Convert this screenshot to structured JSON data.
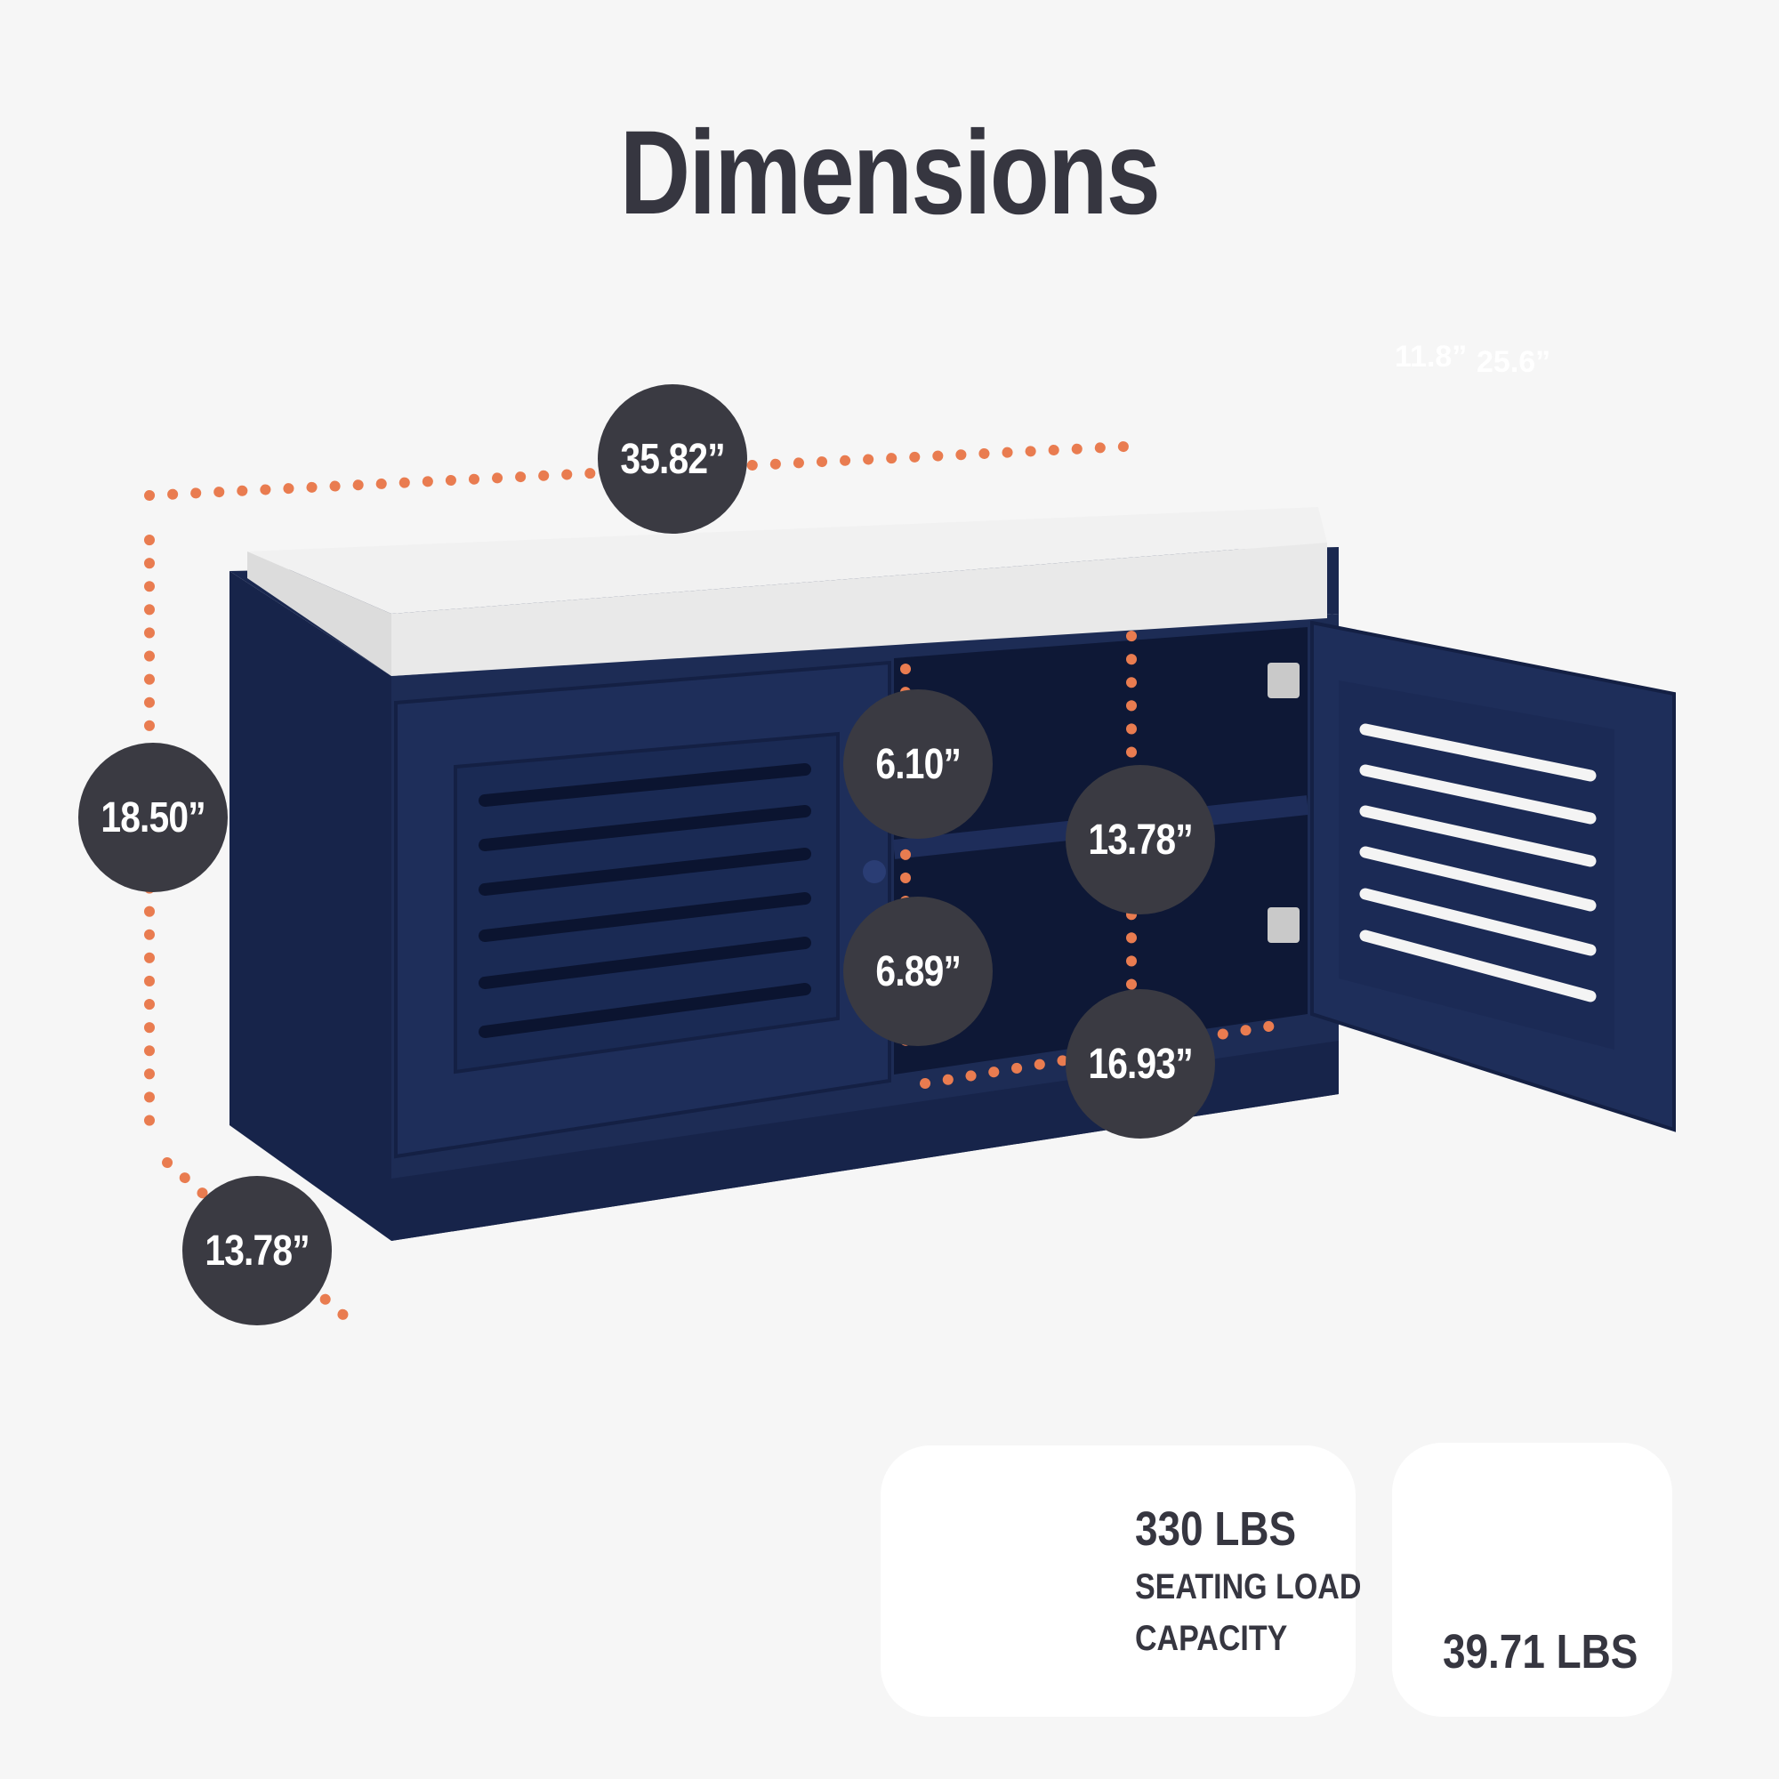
{
  "title": "Dimensions",
  "ghost_labels": {
    "left": "11.8”",
    "right": "25.6”"
  },
  "dimensions": {
    "width": "35.82”",
    "height": "18.50”",
    "depth": "13.78”",
    "top_shelf_height": "6.10”",
    "bottom_shelf_height": "6.89”",
    "inner_height": "13.78”",
    "inner_width": "16.93”"
  },
  "specs": {
    "seating_load": {
      "value": "330 LBS",
      "label_line1": "SEATING LOAD",
      "label_line2": "CAPACITY",
      "icon": "seated-person-icon"
    },
    "weight": {
      "value": "39.71 LBS",
      "icon": "weight-icon"
    }
  },
  "colors": {
    "accent": "#e97c50",
    "badge": "#3a3a42",
    "cabinet": "#1d2c55",
    "cushion": "#f1f1f1",
    "text": "#363640",
    "background": "#f6f6f6"
  }
}
